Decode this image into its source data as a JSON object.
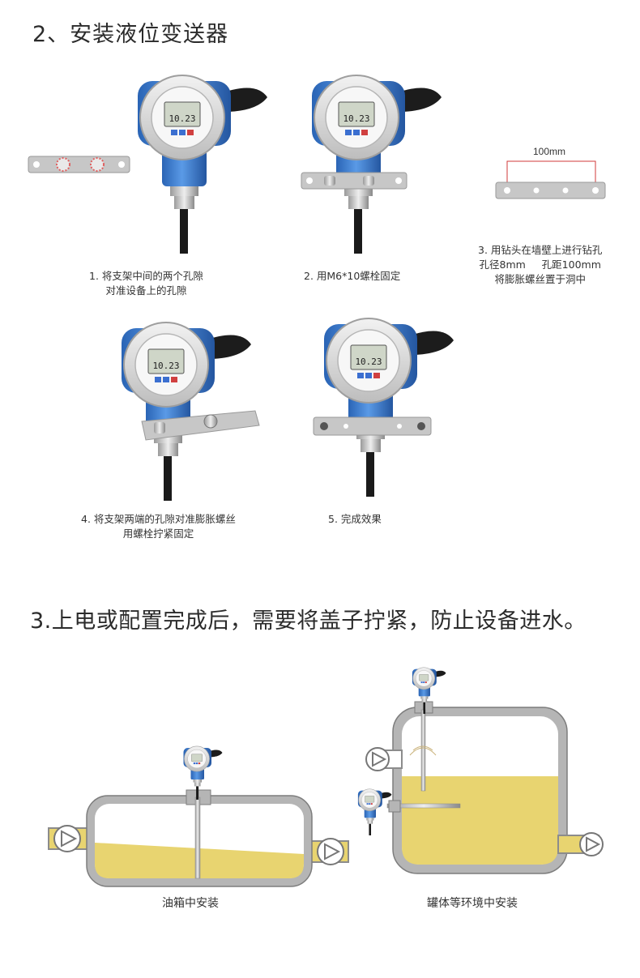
{
  "section2": {
    "title": "2、安装液位变送器",
    "steps": [
      {
        "line1": "1. 将支架中间的两个孔隙",
        "line2": "对准设备上的孔隙"
      },
      {
        "line1": "2. 用M6*10螺栓固定",
        "line2": ""
      },
      {
        "line1": "3. 用钻头在墙壁上进行钻孔",
        "line2": "孔径8mm     孔距100mm",
        "line3": "将膨胀螺丝置于洞中"
      },
      {
        "line1": "4. 将支架两端的孔隙对准膨胀螺丝",
        "line2": "用螺栓拧紧固定"
      },
      {
        "line1": "5. 完成效果",
        "line2": ""
      }
    ],
    "dimension_label": "100mm",
    "lcd_reading": "10.23"
  },
  "section3": {
    "title": "3.上电或配置完成后，需要将盖子拧紧，防止设备进水。",
    "tank1_label": "油箱中安装",
    "tank2_label": "罐体等环境中安装"
  },
  "colors": {
    "housing_blue": "#3d7fd1",
    "bracket_gray": "#c9c9c9",
    "liquid_yellow": "#e8d470",
    "tank_gray": "#8c8c8c"
  }
}
